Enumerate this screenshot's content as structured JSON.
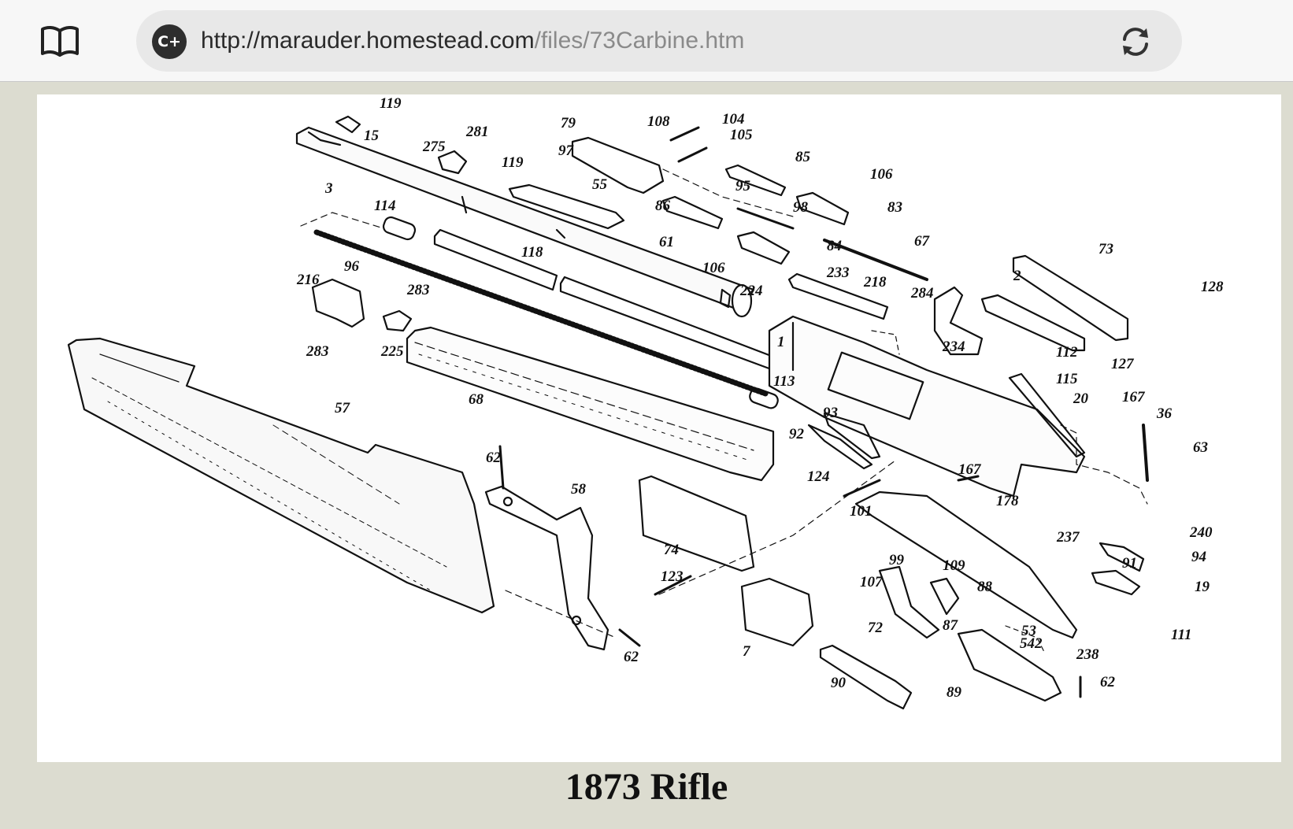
{
  "browser": {
    "site_badge": "C+",
    "url_host": "http://marauder.homestead.com",
    "url_path": "/files/73Carbine.htm"
  },
  "diagram": {
    "caption": "1873 Rifle",
    "part_numbers": {
      "p119a": "119",
      "p15": "15",
      "p281": "281",
      "p275": "275",
      "p3": "3",
      "p119b": "119",
      "p55": "55",
      "p79": "79",
      "p108": "108",
      "p104": "104",
      "p105": "105",
      "p97": "97",
      "p85": "85",
      "p95": "95",
      "p106a": "106",
      "p83": "83",
      "p86": "86",
      "p98": "98",
      "p114": "114",
      "p118": "118",
      "p61": "61",
      "p84": "84",
      "p67": "67",
      "p106b": "106",
      "p96": "96",
      "p216": "216",
      "p283a": "283",
      "p233": "233",
      "p218": "218",
      "p224": "224",
      "p284": "284",
      "p73": "73",
      "p128": "128",
      "p2": "2",
      "p283b": "283",
      "p225": "225",
      "p1": "1",
      "p234": "234",
      "p112": "112",
      "p127": "127",
      "p115": "115",
      "p113": "113",
      "p20": "20",
      "p167a": "167",
      "p36": "36",
      "p57": "57",
      "p68": "68",
      "p93": "93",
      "p92": "92",
      "p63": "63",
      "p62a": "62",
      "p58": "58",
      "p167b": "167",
      "p124": "124",
      "p178": "178",
      "p101": "101",
      "p240": "240",
      "p74": "74",
      "p237": "237",
      "p99": "99",
      "p94": "94",
      "p91": "91",
      "p109": "109",
      "p88": "88",
      "p107": "107",
      "p19": "19",
      "p123": "123",
      "p72": "72",
      "p87": "87",
      "p53": "53",
      "p111": "111",
      "p542": "542",
      "p238": "238",
      "p62b": "62",
      "p7": "7",
      "p90": "90",
      "p89": "89",
      "p62c": "62"
    }
  }
}
